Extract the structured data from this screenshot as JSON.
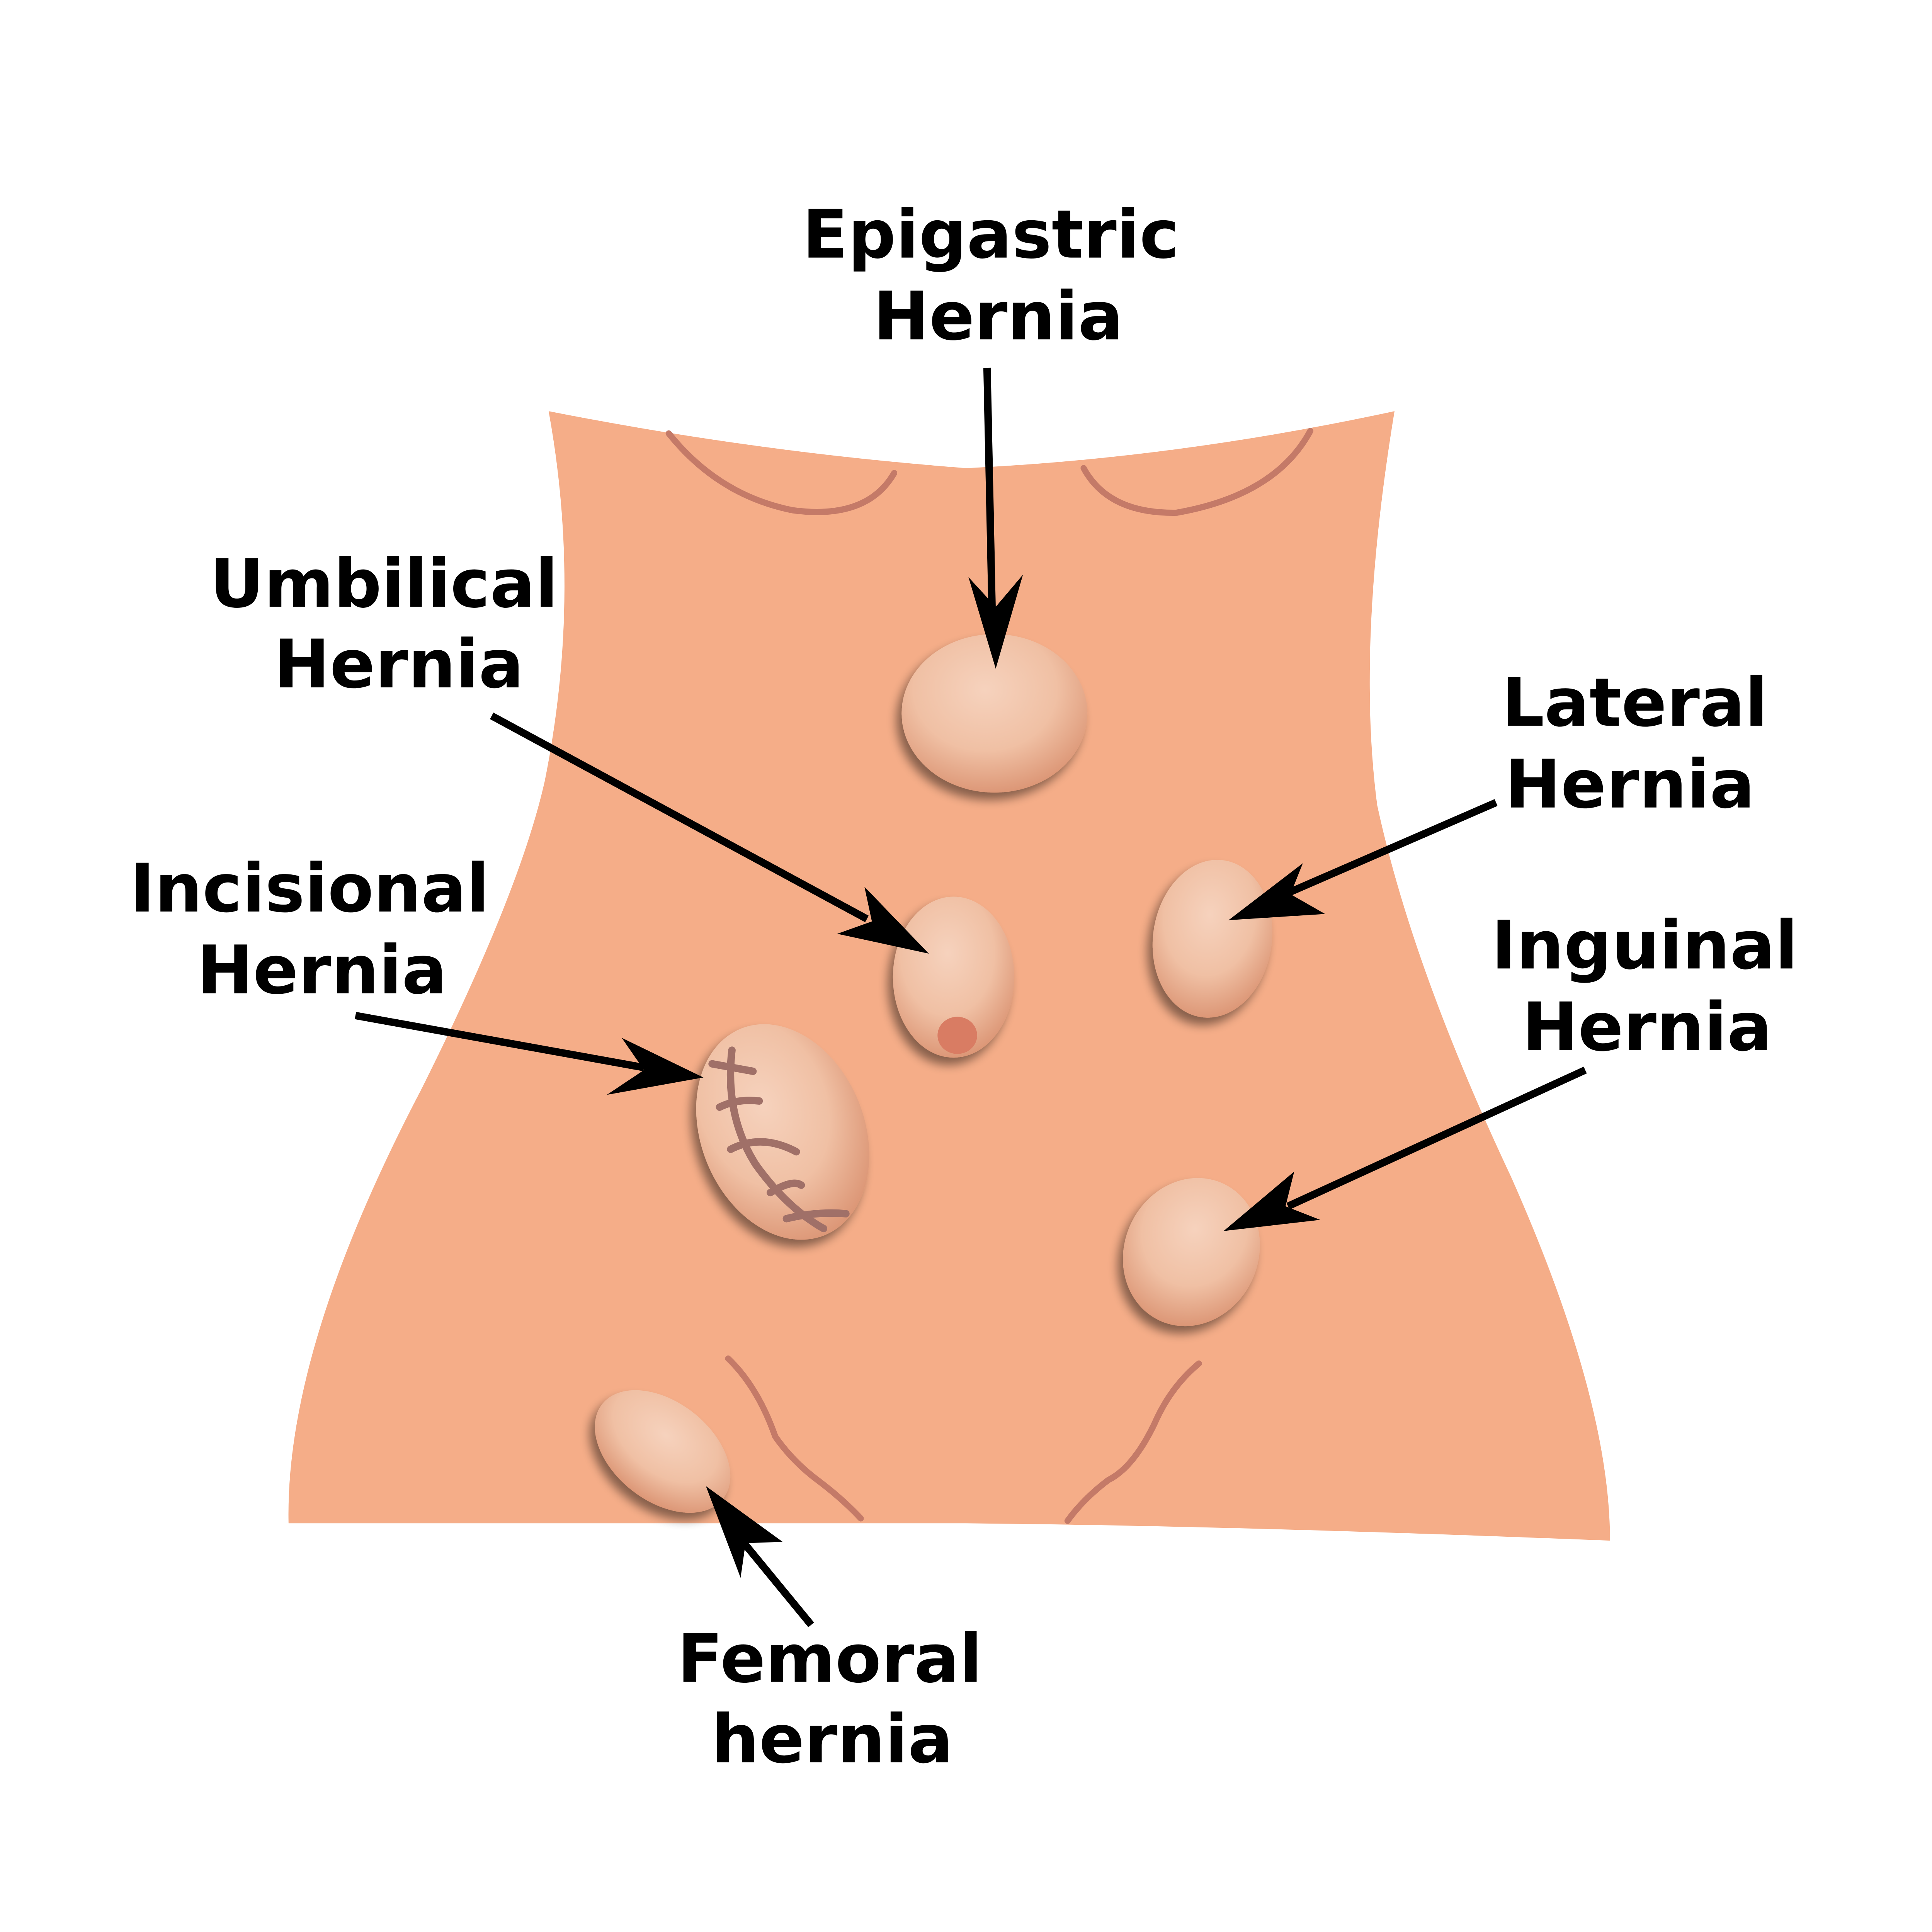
{
  "diagram": {
    "background_color": "#ffffff",
    "skin_color": "#f5ad88",
    "bulge_highlight_color": "#f6d2bd",
    "crease_color": "#c47a68",
    "stitch_color": "#a07068",
    "navel_color": "#d97c63",
    "arrow_color": "#000000",
    "labels": {
      "epigastric": {
        "line1": "Epigastric",
        "line2": "Hernia"
      },
      "umbilical": {
        "line1": "Umbilical",
        "line2": "Hernia"
      },
      "incisional": {
        "line1": "Incisional",
        "line2": "Hernia"
      },
      "lateral": {
        "line1": "Lateral",
        "line2": "Hernia"
      },
      "inguinal": {
        "line1": "Inguinal",
        "line2": "Hernia"
      },
      "femoral": {
        "line1": "Femoral",
        "line2": "hernia"
      }
    }
  }
}
